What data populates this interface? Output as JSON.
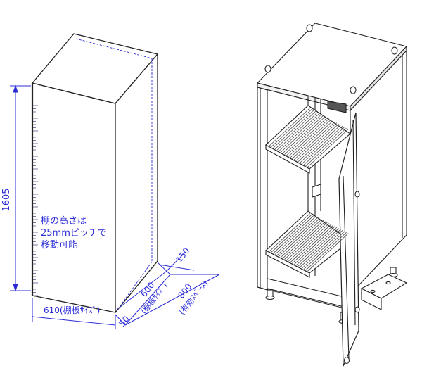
{
  "dimensions": {
    "height": "1605",
    "width": "610(棚板ｻｲｽﾞ)",
    "depth_front": "50",
    "depth_back": "150",
    "shelf_depth": "600",
    "shelf_depth_note": "(棚板ｻｲｽﾞ)",
    "effective_depth": "800",
    "effective_depth_note": "(有効ｽﾍﾟｰｽ)"
  },
  "note": {
    "line1": "棚の高さは",
    "line2": "25mmピッチで",
    "line3": "移動可能"
  },
  "colors": {
    "dimension": "#2b2bd6",
    "outline": "#222222",
    "tick": "#5a5a8a"
  }
}
